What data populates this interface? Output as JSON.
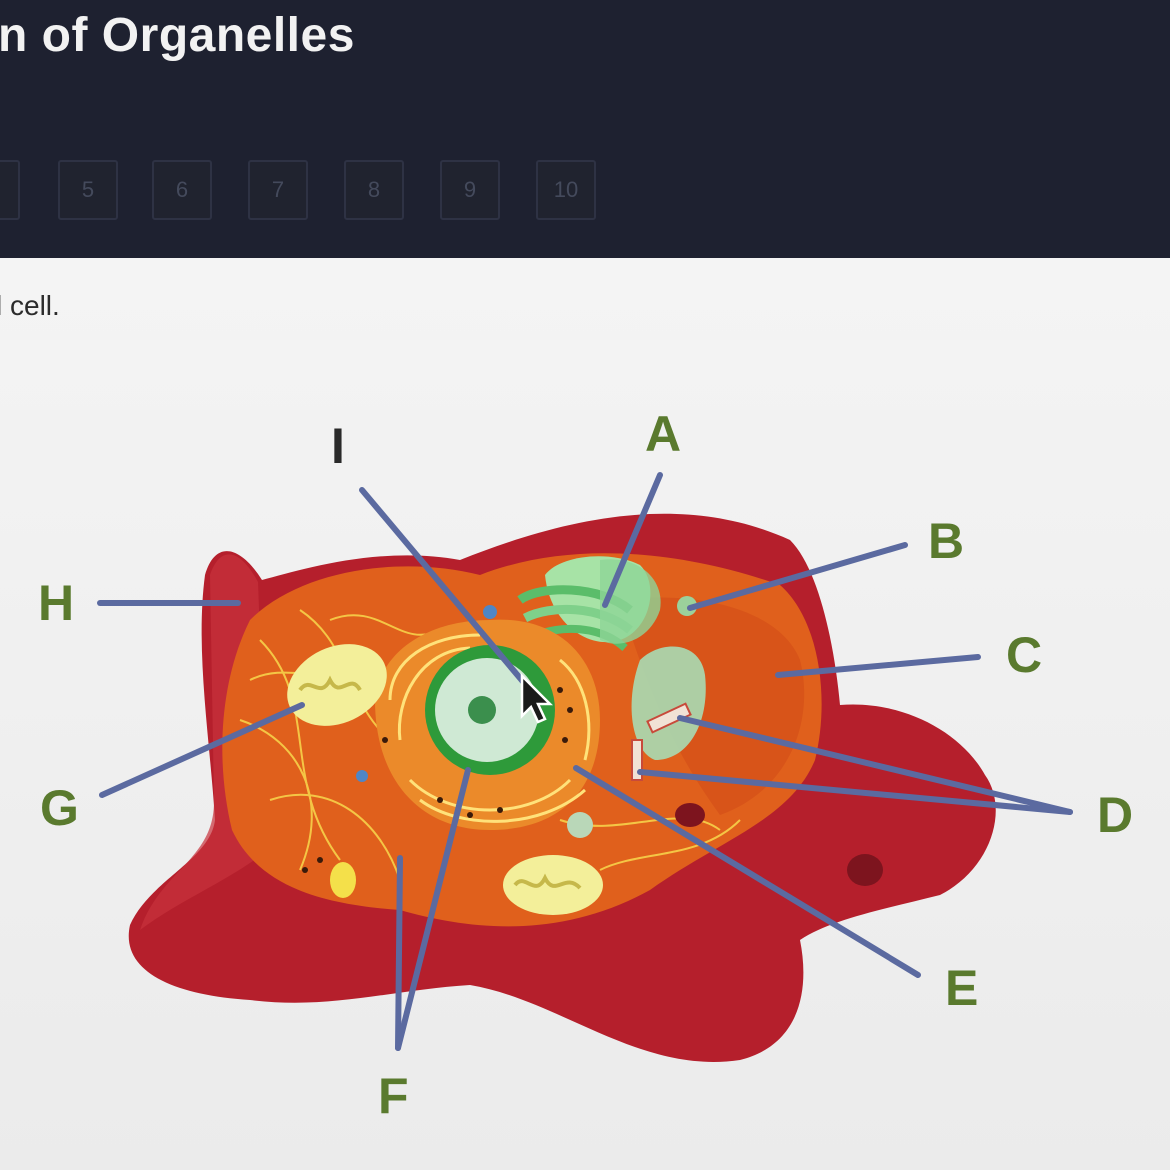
{
  "header": {
    "title": "n of Organelles",
    "question_numbers": [
      "5",
      "6",
      "7",
      "8",
      "9",
      "10"
    ]
  },
  "question": {
    "prompt": "l cell."
  },
  "diagram": {
    "labels": {
      "A": "A",
      "B": "B",
      "C": "C",
      "D": "D",
      "E": "E",
      "F": "F",
      "G": "G",
      "H": "H",
      "I": "I"
    }
  },
  "colors": {
    "header_bg": "#1e2130",
    "label_text": "#5a7a2e",
    "label_I": "#2a2a2a",
    "leader_line": "#5b6aa0",
    "cell_membrane": "#b8202e",
    "cytoplasm": "#e2611e"
  }
}
